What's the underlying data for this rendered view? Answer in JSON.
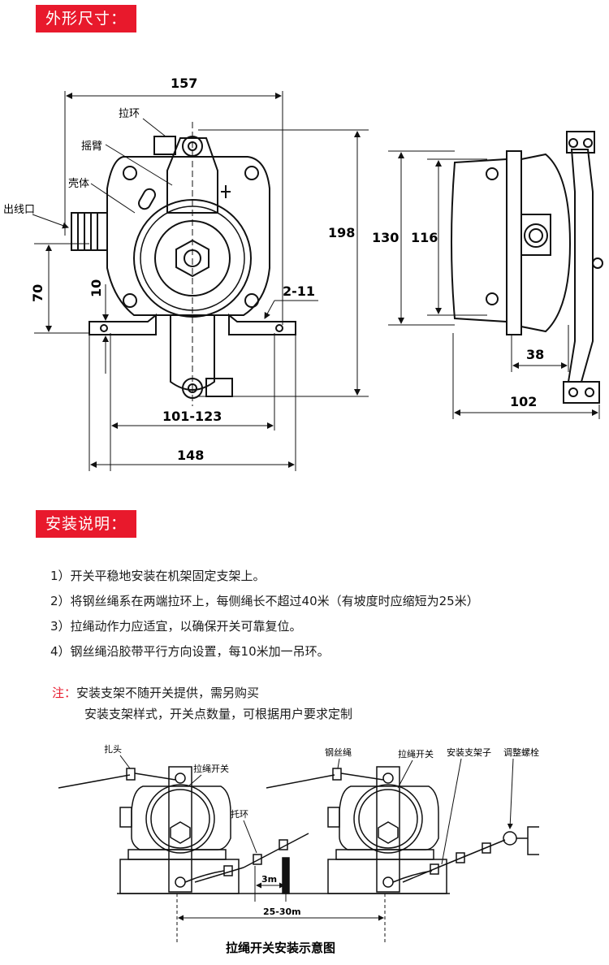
{
  "sections": {
    "dimensions": "外形尺寸：",
    "installation": "安装说明："
  },
  "drawing": {
    "labels": {
      "pull_ring": "拉环",
      "rocker_arm": "摇臂",
      "housing": "壳体",
      "cable_outlet": "出线口"
    },
    "dims": {
      "width_top": "157",
      "height_total": "198",
      "side_130": "130",
      "side_116": "116",
      "base_70": "70",
      "base_10": "10",
      "holes": "2-11",
      "mount_range": "101-123",
      "base_width": "148",
      "depth_38": "38",
      "depth_102": "102"
    }
  },
  "instructions": [
    "1）开关平稳地安装在机架固定支架上。",
    "2）将钢丝绳系在两端拉环上，每侧绳长不超过40米（有坡度时应缩短为25米）",
    "3）拉绳动作力应适宜，以确保开关可靠复位。",
    "4）钢丝绳沿胶带平行方向设置，每10米加一吊环。"
  ],
  "note": {
    "label": "注：",
    "line1": "安装支架不随开关提供，需另购买",
    "line2": "安装支架样式，开关点数量，可根据用户要求定制"
  },
  "install_diagram": {
    "labels": {
      "clamp": "扎头",
      "pull_switch_left": "拉绳开关",
      "support_ring": "托环",
      "wire_rope": "钢丝绳",
      "pull_switch_right": "拉绳开关",
      "mount_bracket": "安装支架子",
      "adjust_bolt": "调整螺栓"
    },
    "dims": {
      "spacing": "3m",
      "span": "25-30m"
    },
    "caption": "拉绳开关安装示意图"
  }
}
